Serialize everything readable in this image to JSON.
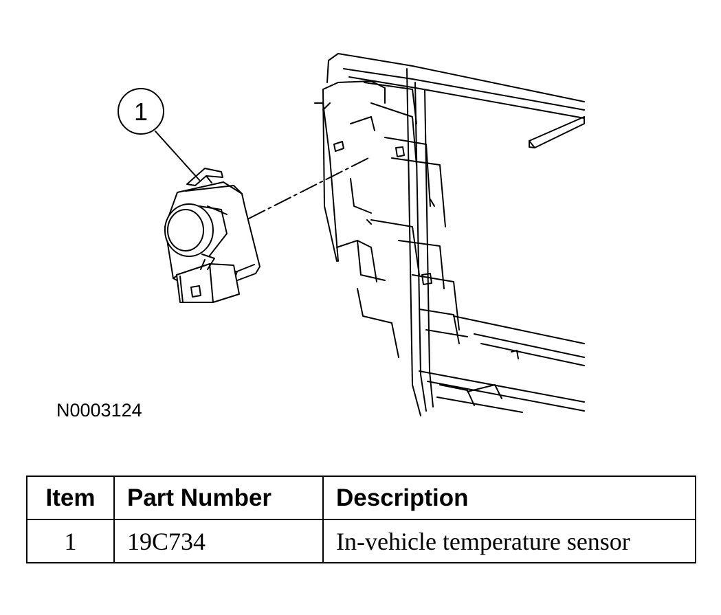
{
  "figure": {
    "callout_number": "1",
    "figure_id": "N0003124"
  },
  "table": {
    "headers": {
      "item": "Item",
      "part_number": "Part Number",
      "description": "Description"
    },
    "rows": [
      {
        "item": "1",
        "part_number": "19C734",
        "description": "In-vehicle temperature sensor"
      }
    ]
  }
}
